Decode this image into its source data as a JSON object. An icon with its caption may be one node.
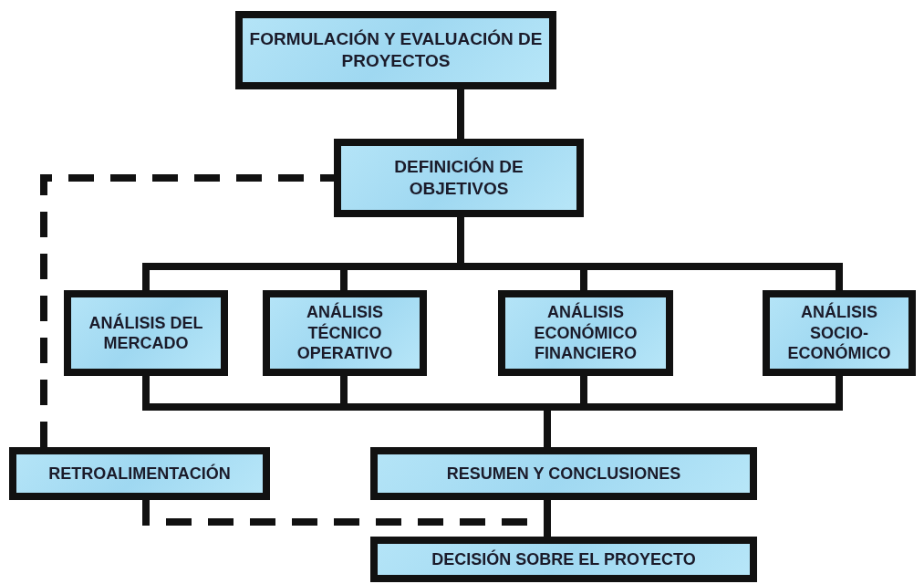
{
  "diagram": {
    "nodes": [
      {
        "text": [
          "FORMULACIÓN Y EVALUACIÓN DE PROYECTOS"
        ]
      },
      {
        "text": [
          "DEFINICIÓN DE OBJETIVOS"
        ]
      },
      {
        "text": [
          "ANÁLISIS DEL MERCADO"
        ]
      },
      {
        "text": [
          "ANÁLISIS TÉCNICO OPERATIVO"
        ]
      },
      {
        "text": [
          "ANÁLISIS ECONÓMICO FINANCIERO"
        ]
      },
      {
        "text": [
          "ANÁLISIS SOCIO-ECONÓMICO"
        ]
      },
      {
        "text": [
          "RETROALIMENTACIÓN"
        ]
      },
      {
        "text": [
          "RESUMEN Y CONCLUSIONES"
        ]
      },
      {
        "text": [
          "DECISIÓN SOBRE EL PROYECTO"
        ]
      }
    ],
    "edges": [
      {
        "from": 0,
        "to": 1,
        "arrow": "none"
      },
      {
        "from": 1,
        "to": 2,
        "arrow": "none"
      },
      {
        "from": 1,
        "to": 3,
        "arrow": "none"
      },
      {
        "from": 1,
        "to": 4,
        "arrow": "none"
      },
      {
        "from": 1,
        "to": 5,
        "arrow": "none"
      },
      {
        "from": 2,
        "to": 7,
        "arrow": "none"
      },
      {
        "from": 3,
        "to": 7,
        "arrow": "none"
      },
      {
        "from": 4,
        "to": 7,
        "arrow": "none"
      },
      {
        "from": 5,
        "to": 7,
        "arrow": "none"
      },
      {
        "from": 7,
        "to": 8,
        "arrow": "none"
      },
      {
        "from": 6,
        "to": 1,
        "arrow": "none",
        "style": "dashed"
      },
      {
        "from": 6,
        "to": 8,
        "arrow": "none",
        "style": "dashed"
      }
    ]
  }
}
